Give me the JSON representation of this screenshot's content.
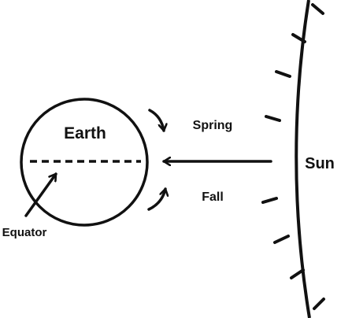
{
  "labels": {
    "earth": "Earth",
    "sun": "Sun",
    "spring": "Spring",
    "fall": "Fall",
    "equator": "Equator"
  },
  "colors": {
    "ink": "#111111",
    "background": "#ffffff"
  }
}
